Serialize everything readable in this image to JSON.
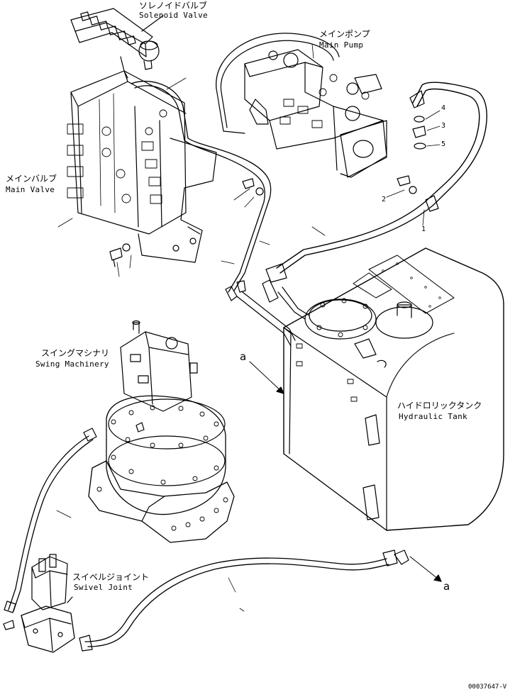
{
  "labels": {
    "solenoid_valve_jp": "ソレノイドバルブ",
    "solenoid_valve_en": "Solenoid Valve",
    "main_pump_jp": "メインポンプ",
    "main_pump_en": "Main Pump",
    "main_valve_jp": "メインバルブ",
    "main_valve_en": "Main Valve",
    "swing_machinery_jp": "スイングマシナリ",
    "swing_machinery_en": "Swing Machinery",
    "hydraulic_tank_jp": "ハイドロリックタンク",
    "hydraulic_tank_en": "Hydraulic Tank",
    "swivel_joint_jp": "スイベルジョイント",
    "swivel_joint_en": "Swivel Joint"
  },
  "callouts": {
    "item_1": "1",
    "item_2": "2",
    "item_3": "3",
    "item_4": "4",
    "item_5": "5",
    "ref_a_top": "a",
    "ref_a_bottom": "a"
  },
  "drawing_code": "00037647-V"
}
